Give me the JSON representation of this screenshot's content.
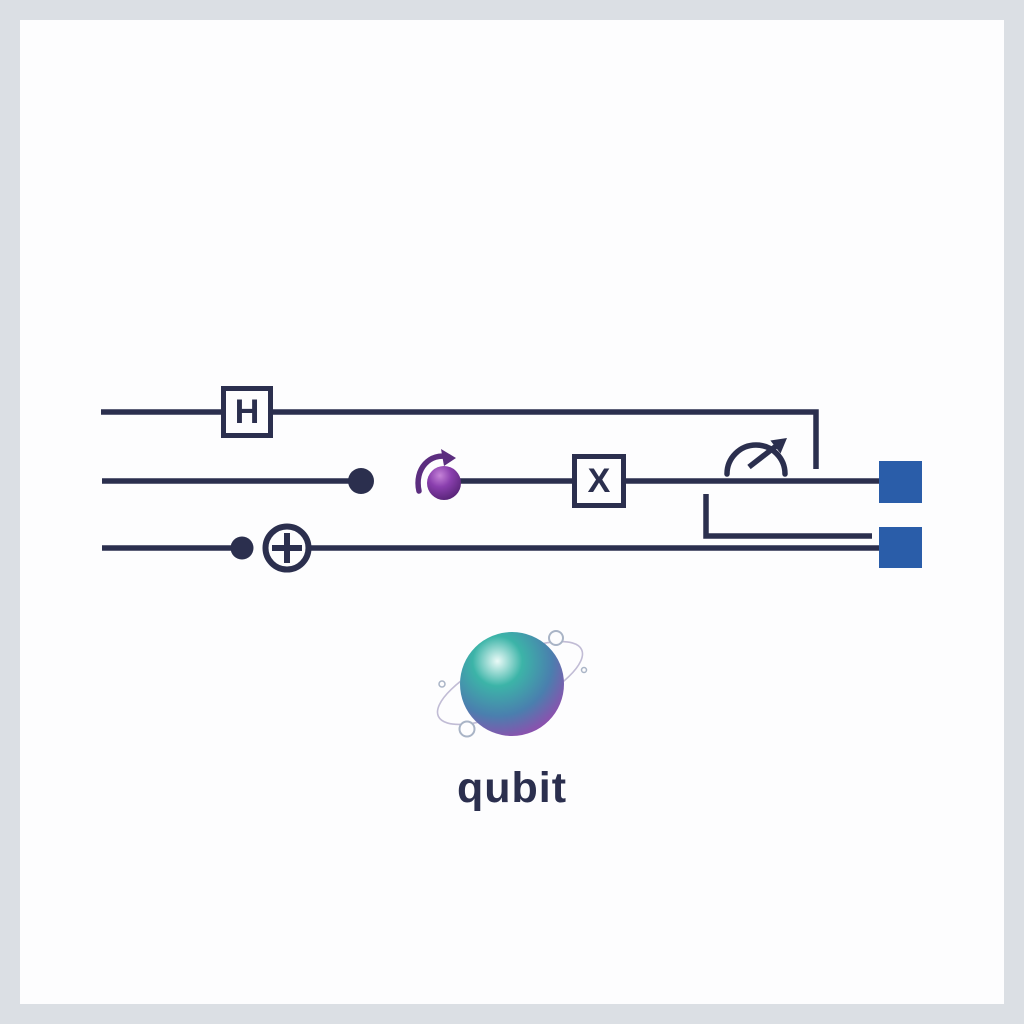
{
  "illustration": {
    "type": "quantum-circuit-diagram",
    "caption": "qubit",
    "gates": [
      {
        "id": "hadamard-gate",
        "label": "H"
      },
      {
        "id": "pauli-x-gate",
        "label": "X"
      }
    ],
    "icons": [
      {
        "name": "control-dot-icon",
        "glyph": "●"
      },
      {
        "name": "cnot-target-icon",
        "glyph": "⊕"
      },
      {
        "name": "rotation-arrow-icon",
        "glyph": "↻"
      },
      {
        "name": "measurement-icon",
        "glyph": "◠↗"
      },
      {
        "name": "classical-bit-icon",
        "glyph": "■"
      },
      {
        "name": "bloch-sphere-icon",
        "glyph": "◍"
      }
    ],
    "colors": {
      "frame": "#dbdfe4",
      "paper": "#fdfdfe",
      "ink": "#2b2f4e",
      "blue": "#2a5da9",
      "ring": "#b6b0ce",
      "orbit-node": "#a9b4c6",
      "purple-dark": "#5b2d7f",
      "ball-light": "#c583d8",
      "ball-mid": "#8a3fae",
      "ball-dark": "#582478",
      "sphere-highlight": "#eafaf7",
      "sphere-teal": "#3cb4a8",
      "sphere-blue": "#4a7fae",
      "sphere-purple": "#8a52ae",
      "sphere-edge": "#53418f"
    }
  }
}
